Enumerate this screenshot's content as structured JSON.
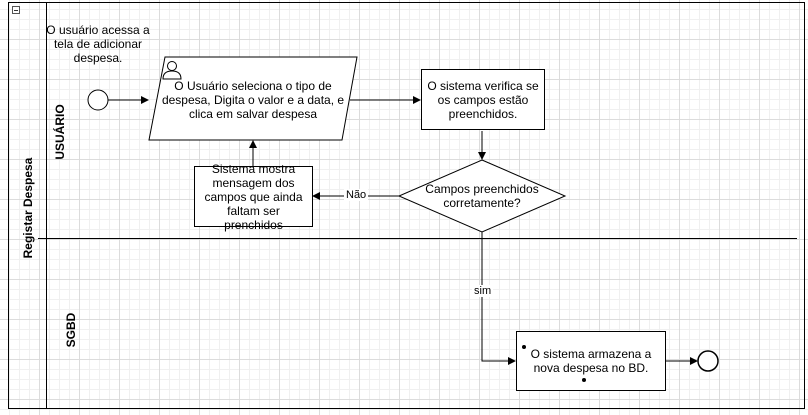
{
  "pool": {
    "title": "Registar Despesa",
    "lanes": [
      {
        "name": "USUÁRIO"
      },
      {
        "name": "SGBD"
      }
    ]
  },
  "nodes": {
    "start_note": "O usuário acessa a tela de adicionar despesa.",
    "user_task": "O Usuário seleciona o tipo de despesa, Digita o valor e a data, e clica em salvar despesa",
    "verify_task": "O sistema verifica se os campos estão preenchidos.",
    "decision": "Campos preenchidos corretamente?",
    "message_task": "Sistema mostra mensagem dos campos que ainda faltam ser prenchidos",
    "store_task": "O sistema armazena a nova despesa no BD."
  },
  "edges": {
    "no_label": "Não",
    "yes_label": "sim"
  },
  "colors": {
    "stroke": "#000000",
    "fill": "#ffffff",
    "grid": "#dcdcdc"
  }
}
